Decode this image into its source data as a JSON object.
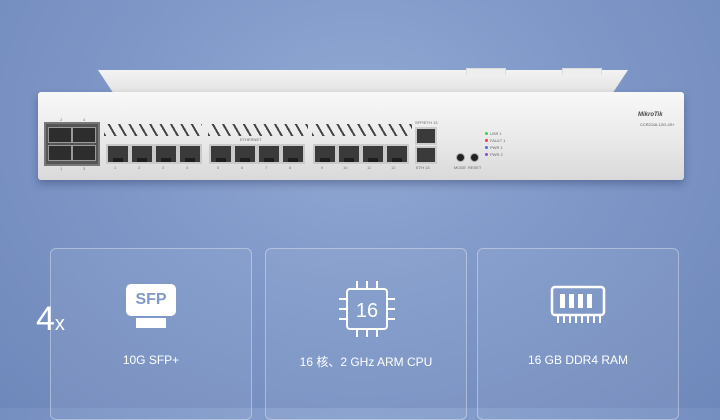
{
  "device": {
    "brand": "MikroTik",
    "model": "CCR2116-12G-4S+",
    "sfp_labels": [
      "2",
      "4",
      "1",
      "3"
    ],
    "port_numbers": [
      "1",
      "2",
      "3",
      "4",
      "5",
      "6",
      "7",
      "8",
      "9",
      "10",
      "11",
      "12"
    ],
    "mgmt_label": "SFP/ETH 13",
    "mgmt_label2": "ETH 13",
    "eth_label": "ETHERNET",
    "button_labels": [
      "MODE",
      "RESET"
    ],
    "leds": [
      {
        "label": "USR 1",
        "color": "#3fd24a"
      },
      {
        "label": "FAULT 1",
        "color": "#e54040"
      },
      {
        "label": "PWR 1",
        "color": "#4a6ee0"
      },
      {
        "label": "PWR 2",
        "color": "#8a4ad0"
      }
    ]
  },
  "features": [
    {
      "prefix": "4",
      "suffix": "x",
      "icon_text": "SFP",
      "label": "10G SFP+"
    },
    {
      "icon_text": "16",
      "label": "16 核、2 GHz ARM CPU"
    },
    {
      "label": "16 GB DDR4 RAM"
    }
  ]
}
